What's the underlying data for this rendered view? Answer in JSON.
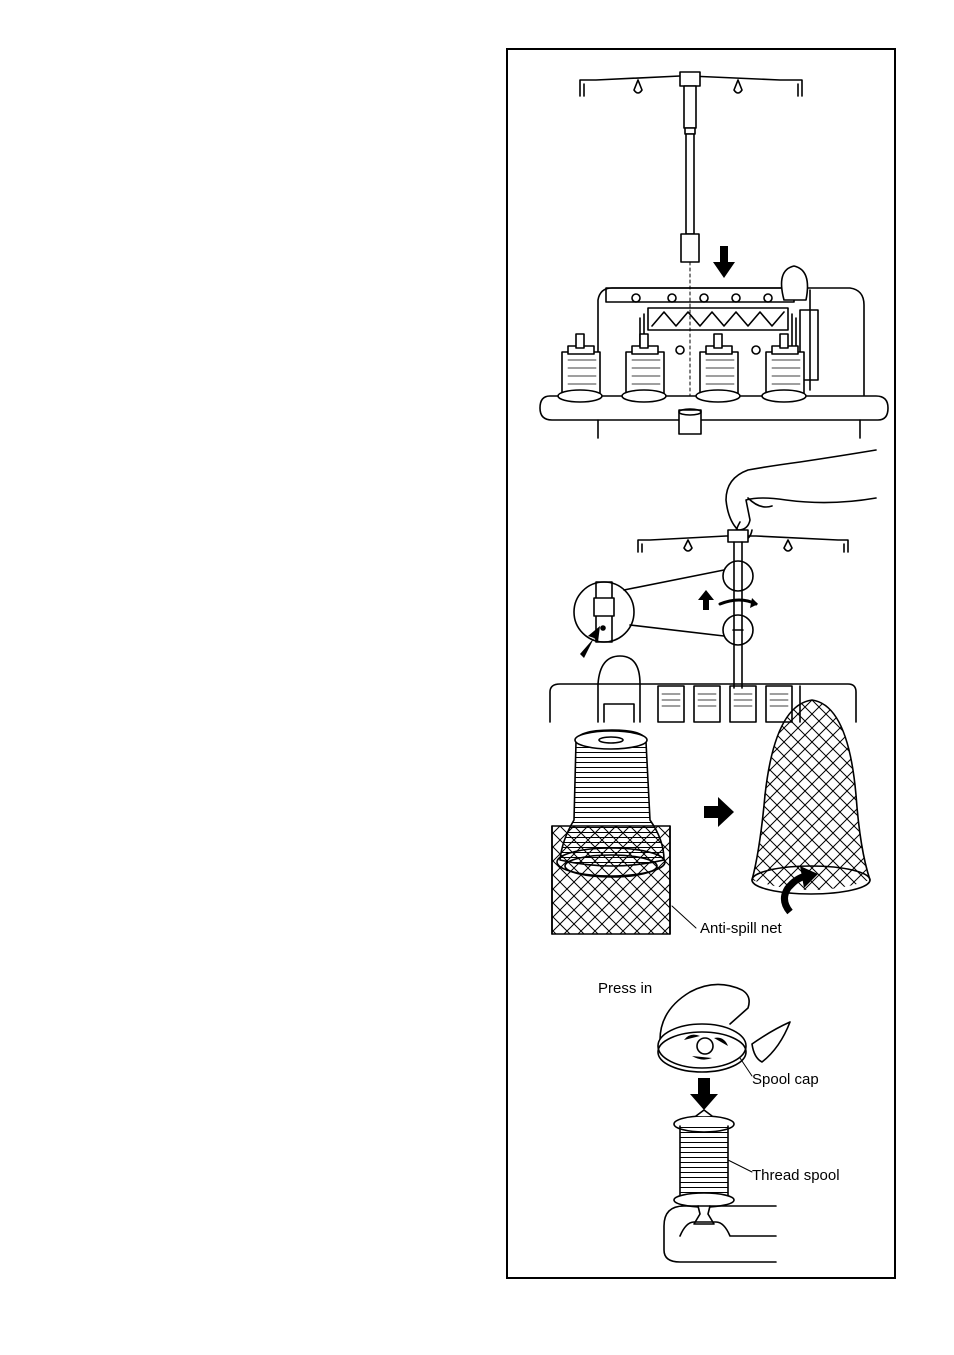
{
  "labels": {
    "anti_spill_net": "Anti-spill net",
    "press_in": "Press in",
    "spool_cap": "Spool cap",
    "thread_spool": "Thread spool"
  },
  "colors": {
    "line": "#000000",
    "background": "#ffffff"
  }
}
